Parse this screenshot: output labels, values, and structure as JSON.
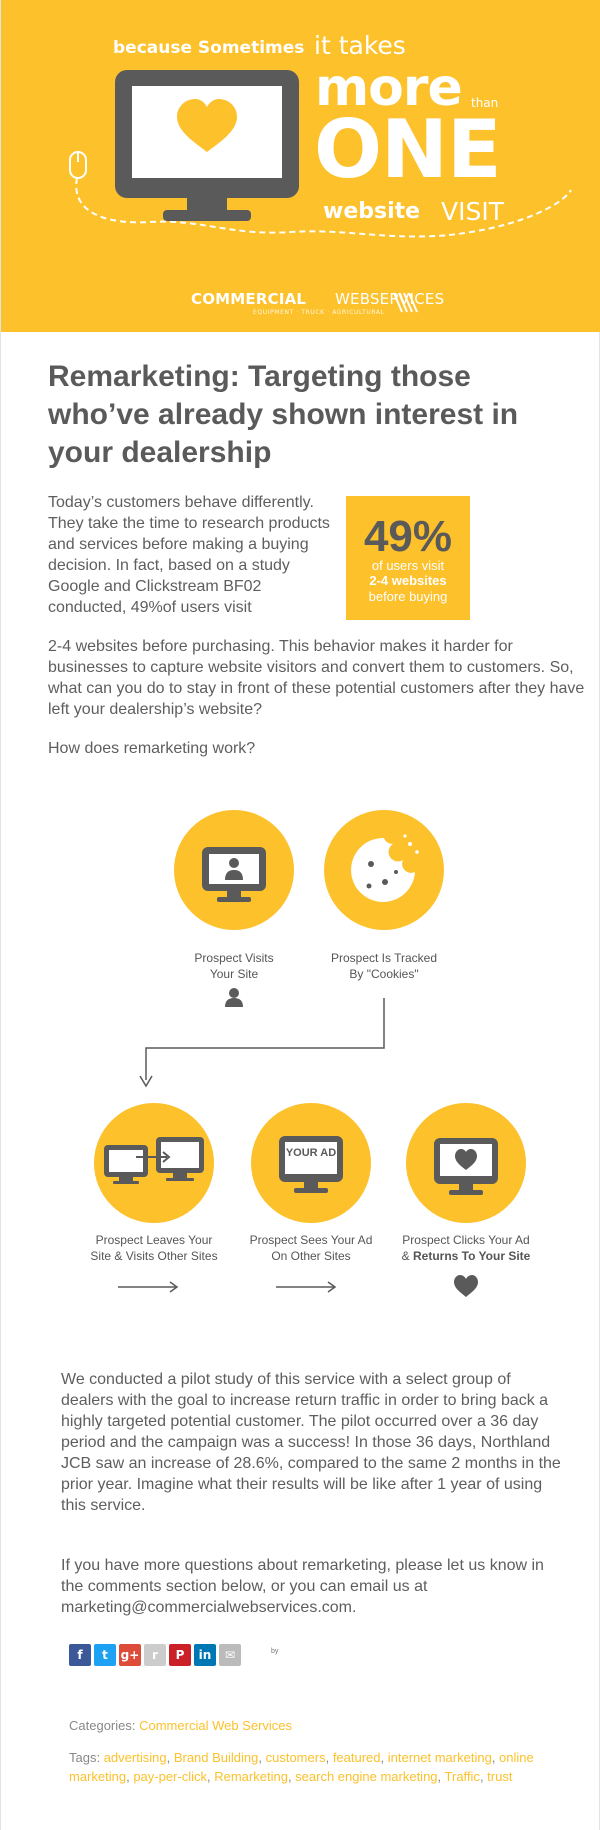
{
  "banner": {
    "because": "because Sometimes",
    "it_takes": "it takes",
    "more": "more",
    "than": "than",
    "one": "ONE",
    "website": "website",
    "visit": "VISIT",
    "logo_bold": "COMMERCIAL",
    "logo_light": "WEBSERVICES",
    "logo_sub": "EQUIPMENT · TRUCK · AGRICULTURAL"
  },
  "article": {
    "title": "Remarketing: Targeting those who’ve already shown interest in your dealership",
    "intro_part1": "Today’s customers behave differently. They take the time to research products and services before making a buying decision. In fact, based on a study Google and Clickstream BF02 conducted, 49%of users visit",
    "intro_part2": "2-4 websites before purchasing. This behavior makes it harder for businesses to capture website visitors and convert them to customers.  So, what can you do to stay in front of these potential customers after they have left your dealership’s website?",
    "question": "How does remarketing work?",
    "stat": {
      "number": "49%",
      "line1": "of users visit",
      "line2": "2-4 websites",
      "line3": "before buying"
    },
    "pilot": "We conducted a pilot study of this service with a select group of dealers with the goal to increase return traffic in order to bring back a highly targeted potential customer. The pilot occurred over a 36 day period and the campaign was a success! In those 36 days, Northland JCB saw an increase of 28.6%, compared to the same 2 months in the prior year. Imagine what their results will be like after 1 year of using this service.",
    "contact": "If you have more questions about remarketing, please let us know in the comments section below, or you can email us at marketing@commercialwebservices.com."
  },
  "diagram": {
    "step1": [
      "Prospect Visits",
      "Your Site"
    ],
    "step2": [
      "Prospect Is Tracked",
      "By \"Cookies\""
    ],
    "step3": [
      "Prospect Leaves Your",
      "Site & Visits Other Sites"
    ],
    "step4": [
      "Prospect Sees Your Ad",
      "On Other Sites"
    ],
    "step5_line1": "Prospect Clicks Your Ad",
    "step5_amp": "& ",
    "step5_bold": "Returns To Your Site",
    "your_ad": "YOUR AD"
  },
  "share": {
    "icons": [
      "facebook-icon",
      "twitter-icon",
      "google-plus-icon",
      "reddit-icon",
      "pinterest-icon",
      "linkedin-icon",
      "email-icon"
    ],
    "glyphs": [
      "f",
      "t",
      "g+",
      "r",
      "P",
      "in",
      "✉"
    ],
    "colors": [
      "#3b5998",
      "#1da1f2",
      "#dd4b39",
      "#cccccc",
      "#cb2027",
      "#0077b5",
      "#bbbbbb"
    ],
    "by": "by"
  },
  "meta": {
    "categories_label": "Categories:",
    "categories": [
      "Commercial Web Services"
    ],
    "tags_label": "Tags:",
    "tags": [
      "advertising",
      "Brand Building",
      "customers",
      "featured",
      "internet marketing",
      "online marketing",
      "pay-per-click",
      "Remarketing",
      "search engine marketing",
      "Traffic",
      "trust"
    ]
  },
  "colors": {
    "accent": "#fcc12b",
    "dark": "#5a5a5a"
  }
}
